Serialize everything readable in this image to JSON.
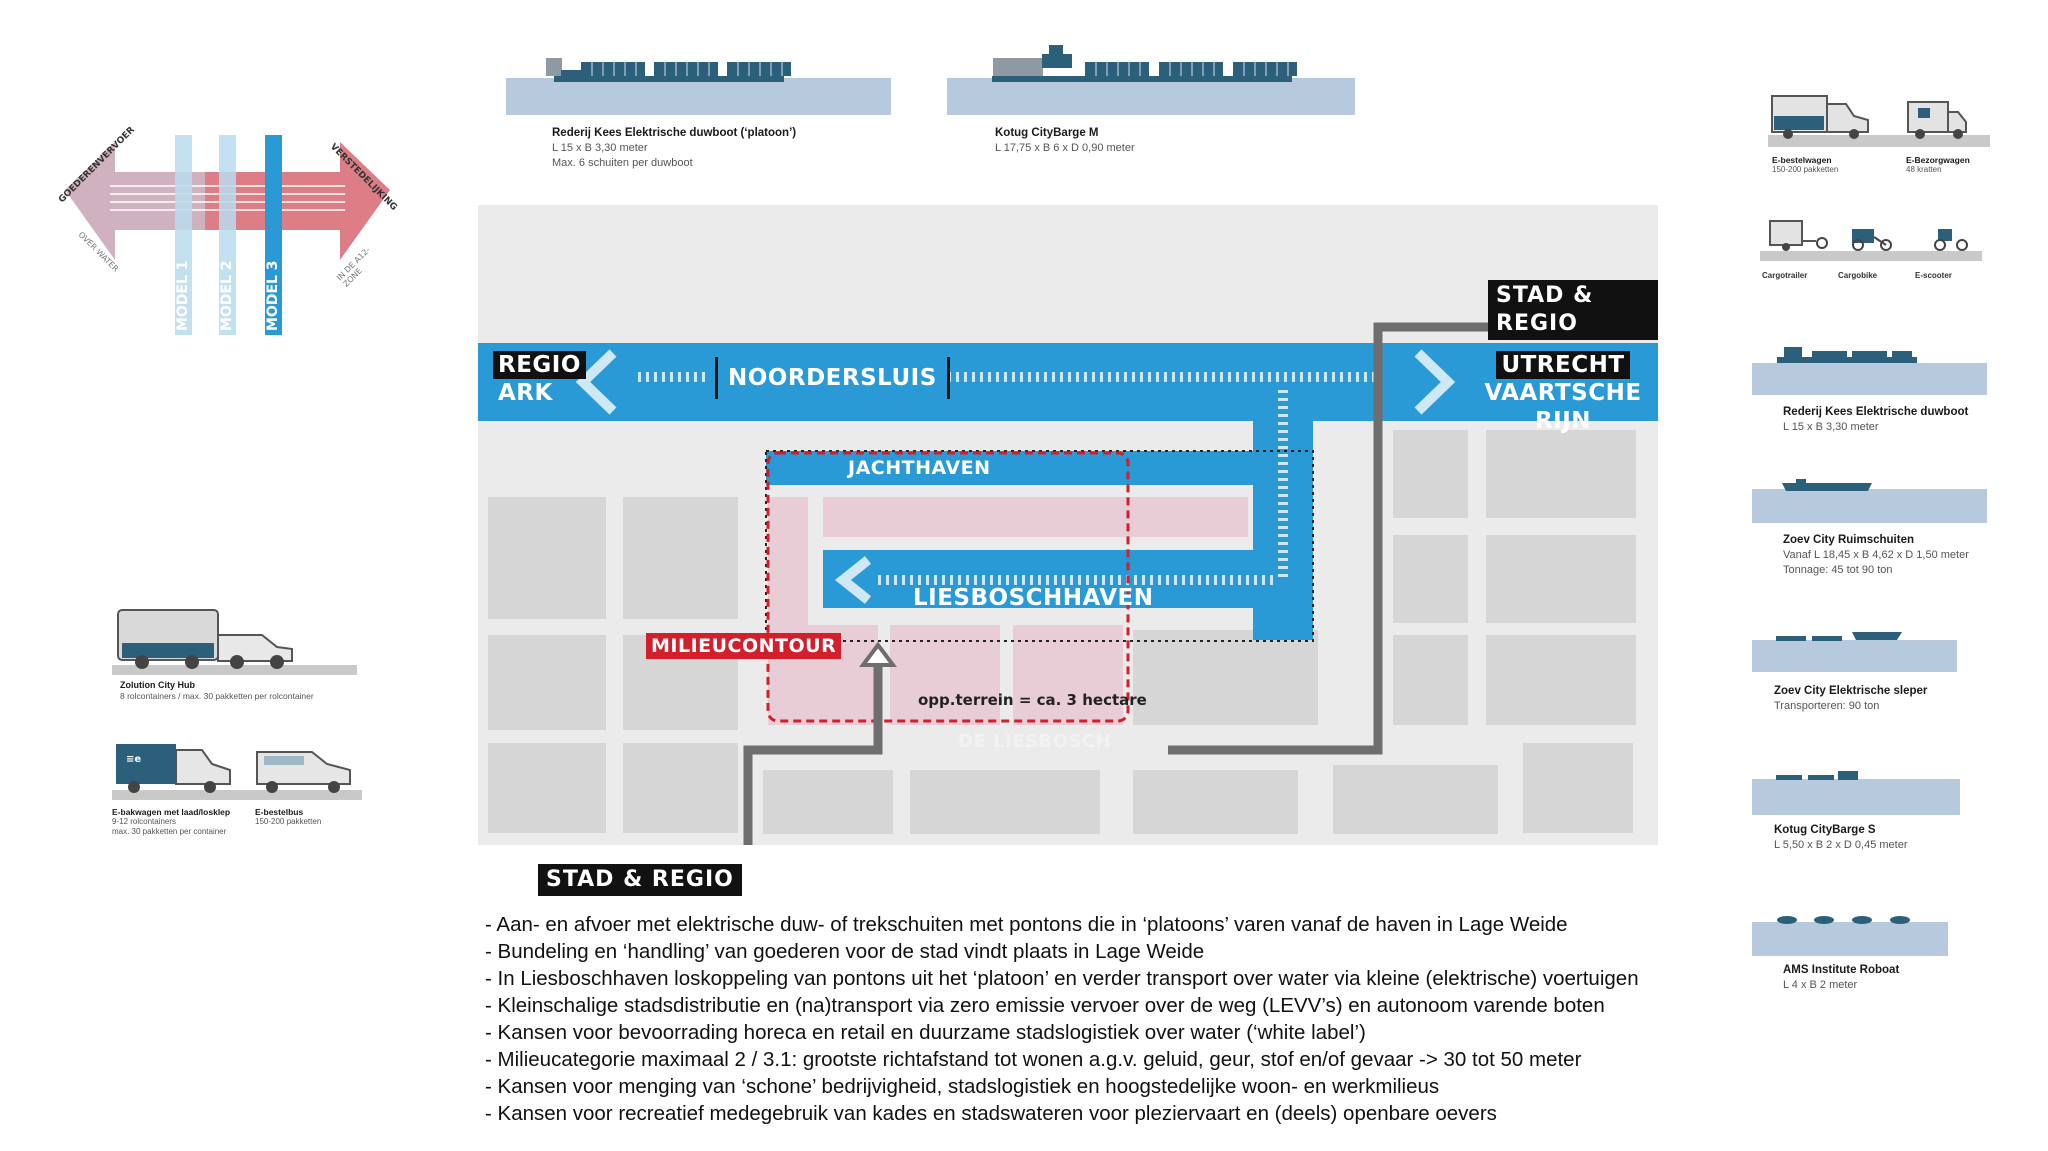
{
  "top_vessels": [
    {
      "name": "Rederij Kees Elektrische duwboot (‘platoon’)",
      "lines": [
        "L 15 x B 3,30 meter",
        "Max. 6 schuiten per duwboot"
      ]
    },
    {
      "name": "Kotug CityBarge M",
      "lines": [
        "L 17,75 x B 6 x D 0,90 meter"
      ]
    }
  ],
  "models": {
    "left_axis": "GOEDERENVERVOER",
    "left_sub": "OVER WATER",
    "right_axis": "VERSTEDELIJKING",
    "right_sub": "IN DE A12-ZONE",
    "items": [
      "MODEL 1",
      "MODEL 2",
      "MODEL 3"
    ]
  },
  "left_vehicles": [
    {
      "name": "Zolution City Hub",
      "lines": [
        "8 rolcontainers / max. 30 pakketten per rolcontainer"
      ]
    },
    {
      "name": "E-bakwagen met laad/losklep",
      "lines": [
        "9-12 rolcontainers",
        "max. 30 pakketten per container"
      ]
    },
    {
      "name": "E-bestelbus",
      "lines": [
        "150-200 pakketten"
      ]
    }
  ],
  "map": {
    "regio_ark": [
      "REGIO",
      "ARK"
    ],
    "noordersluis": "NOORDERSLUIS",
    "utrecht": [
      "UTRECHT",
      "VAARTSCHE RIJN"
    ],
    "stad_regio_top": "STAD & REGIO",
    "stad_regio_bottom": "STAD & REGIO",
    "jachthaven": "JACHTHAVEN",
    "liesboschhaven": "LIESBOSCHHAVEN",
    "milieucontour": "MILIEUCONTOUR",
    "opp": "opp.terrein = ca. 3 hectare",
    "de_liesbosch": "DE LIESBOSCH"
  },
  "right_vehicles": [
    {
      "name": "E-bestelwagen",
      "lines": [
        "150-200 pakketten"
      ]
    },
    {
      "name": "E-Bezorgwagen",
      "lines": [
        "48 kratten"
      ]
    },
    {
      "name": "Cargotrailer",
      "lines": []
    },
    {
      "name": "Cargobike",
      "lines": []
    },
    {
      "name": "E-scooter",
      "lines": []
    }
  ],
  "right_vessels": [
    {
      "name": "Rederij Kees Elektrische duwboot",
      "lines": [
        "L 15 x B 3,30 meter"
      ]
    },
    {
      "name": "Zoev City Ruimschuiten",
      "lines": [
        "Vanaf L 18,45 x B 4,62 x D 1,50 meter",
        "Tonnage: 45 tot 90 ton"
      ]
    },
    {
      "name": "Zoev City Elektrische sleper",
      "lines": [
        "Transporteren: 90 ton"
      ]
    },
    {
      "name": "Kotug CityBarge S",
      "lines": [
        "L 5,50 x B 2 x D 0,45 meter"
      ]
    },
    {
      "name": "AMS Institute Roboat",
      "lines": [
        "L 4 x B 2 meter"
      ]
    }
  ],
  "notes": [
    "- Aan- en afvoer met elektrische duw- of trekschuiten met pontons die in ‘platoons’ varen vanaf de haven in Lage Weide",
    "- Bundeling en ‘handling’ van goederen voor de stad vindt plaats in Lage Weide",
    "- In Liesboschhaven loskoppeling van pontons uit het ‘platoon’ en verder transport over water via kleine (elektrische) voertuigen",
    "- Kleinschalige stadsdistributie en (na)transport via zero emissie vervoer over de weg (LEVV’s) en autonoom varende boten",
    "- Kansen voor bevoorrading horeca en retail en duurzame stadslogistiek over water (‘white label’)",
    "- Milieucategorie maximaal 2 / 3.1: grootste richtafstand tot wonen a.g.v. geluid, geur, stof en/of gevaar -> 30 tot 50 meter",
    "- Kansen voor menging van ‘schone’ bedrijvigheid, stadslogistiek en hoogstedelijke woon- en werkmilieus",
    "- Kansen voor recreatief medegebruik van kades en stadswateren voor pleziervaart en (deels) openbare oevers"
  ],
  "colors": {
    "water": "#2a9ad6",
    "water_light": "#a8cfe8",
    "building": "#d6d6d6",
    "map_bg": "#ebebeb",
    "pink": "#e8cdd6",
    "contour_red": "#d21f2b",
    "arrow_grey": "#6e6e6e",
    "vessel_water": "#b7c9dc",
    "boat_dark": "#2c5f7a"
  }
}
